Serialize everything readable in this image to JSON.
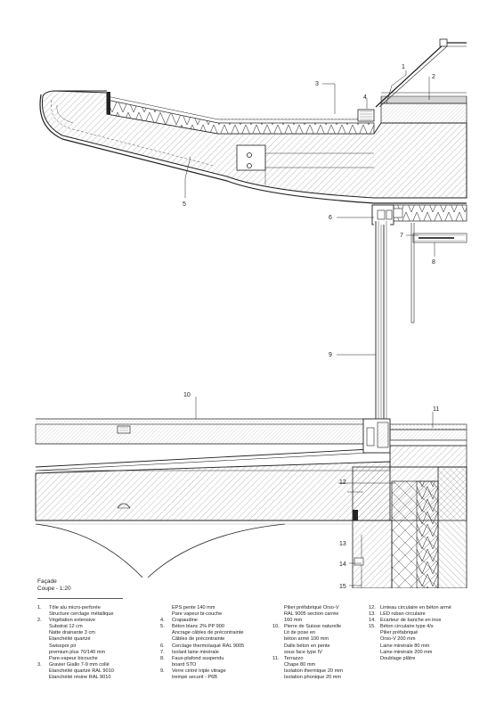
{
  "caption": {
    "title": "Façade",
    "scale": "Coupe - 1:20"
  },
  "callouts": [
    "1",
    "2",
    "3",
    "4",
    "5",
    "6",
    "7",
    "8",
    "9",
    "10",
    "11",
    "12",
    "13",
    "14",
    "15"
  ],
  "legend": {
    "columns": [
      [
        {
          "n": "1.",
          "lines": [
            "Tôle alu micro-perforée",
            "Structure cerclage métallique"
          ]
        },
        {
          "n": "2.",
          "lines": [
            "Végétation extensive",
            "Substrat 12 cm",
            "Natte drainante 3 cm",
            "Etanchéité quartzé",
            "Swisspor pir",
            "premium plus 70/140 mm",
            "Pare-vapeur bicouche"
          ]
        },
        {
          "n": "3.",
          "lines": [
            "Gravier Giallo 7-9 mm collé",
            "Etanchéité quartzé RAL 9010",
            "Etanchéité résine RAL 9010"
          ]
        }
      ],
      [
        {
          "n": "",
          "lines": [
            "EPS pente 140 mm",
            "Pare vapeur bi-couche"
          ]
        },
        {
          "n": "4.",
          "lines": [
            "Crapaudine"
          ]
        },
        {
          "n": "5.",
          "lines": [
            "Béton blanc 2% PP 900",
            "Ancrage câbles de précontrainte",
            "Câbles de précontrainte"
          ]
        },
        {
          "n": "6.",
          "lines": [
            "Cerclage thermolaqué RAL 9005"
          ]
        },
        {
          "n": "7.",
          "lines": [
            "Isolant laine minérale"
          ]
        },
        {
          "n": "8.",
          "lines": [
            "Faux-plafond suspendu",
            "board STO"
          ]
        },
        {
          "n": "9.",
          "lines": [
            "Verre cintré triple vitrage",
            "trempé securit - P6B"
          ]
        }
      ],
      [
        {
          "n": "",
          "lines": [
            "Pilier préfabriqué Orso-V",
            "RAL 9005 section carrée",
            "160 mm"
          ]
        },
        {
          "n": "10.",
          "lines": [
            "Pierre de Suisse naturelle",
            "Lit de pose en",
            "béton armé 100 mm",
            "Dalle béton en pente",
            "sous face type IV"
          ]
        },
        {
          "n": "11.",
          "lines": [
            "Terrazzo",
            "Chape 80 mm",
            "Isolation thermique 20 mm",
            "Isolation phonique 20 mm"
          ]
        }
      ],
      [
        {
          "n": "12.",
          "lines": [
            "Linteau circulaire en béton armé"
          ]
        },
        {
          "n": "13.",
          "lines": [
            "LED ruban circulaire"
          ]
        },
        {
          "n": "14.",
          "lines": [
            "Ecarteur de banche en inox"
          ]
        },
        {
          "n": "15.",
          "lines": [
            "Béton circulaire type 4/s",
            "Pilier préfabriqué",
            "Orso-V 200 mm",
            "Laine minérale 80 mm",
            "Laine minérale 200 mm",
            "Doublage plâtre"
          ]
        }
      ]
    ]
  }
}
